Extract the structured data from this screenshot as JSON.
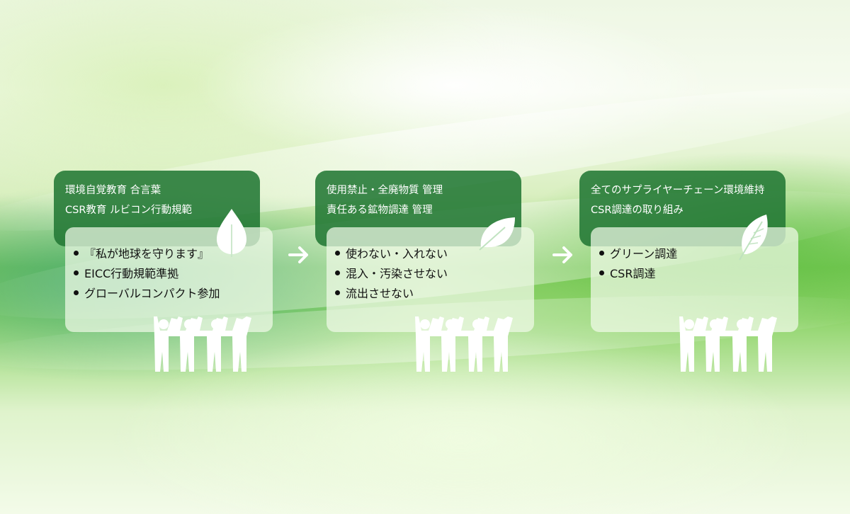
{
  "steps": [
    {
      "heading": [
        "環境自覚教育 合言葉",
        "CSR教育 ルビコン行動規範"
      ],
      "items": [
        "『私が地球を守ります』",
        "EICC行動規範準拠",
        "グローバルコンパクト参加"
      ],
      "leaf_icon": "leaf-drop-icon"
    },
    {
      "heading": [
        "使用禁止・全廃物質 管理",
        "責任ある鉱物調達 管理"
      ],
      "items": [
        "使わない・入れない",
        "混入・汚染させない",
        "流出させない"
      ],
      "leaf_icon": "leaf-icon"
    },
    {
      "heading": [
        "全てのサプライヤーチェーン環境維持",
        "CSR調達の取り組み"
      ],
      "items": [
        "グリーン調達",
        "CSR調達"
      ],
      "leaf_icon": "leaf-icon"
    }
  ],
  "decor": {
    "people_icon": "people-raising-hands-icon",
    "arrow_icon": "arrow-right-icon"
  },
  "colors": {
    "heading_bg": "#22783 4",
    "card_bg": "#f0fae8",
    "icon": "#ffffff"
  }
}
